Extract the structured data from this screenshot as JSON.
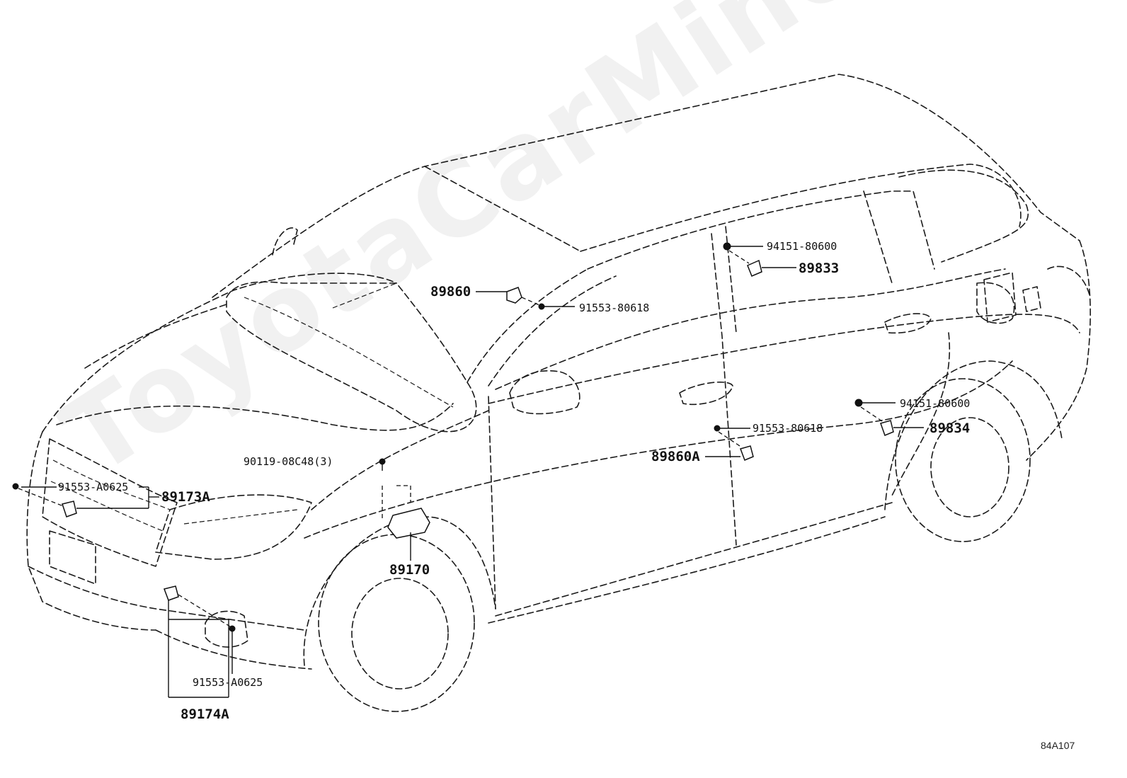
{
  "watermark": "ToyotaCarMine.ru",
  "diagram_code": "84A107",
  "labels": {
    "p89860": "89860",
    "p91553_80618_top": "91553-80618",
    "p94151_80600_top": "94151-80600",
    "p89833": "89833",
    "p94151_80600_rear": "94151-80600",
    "p89834": "89834",
    "p91553_80618_mid": "91553-80618",
    "p89860A": "89860A",
    "p90119": "90119-08C48(3)",
    "p91553_A0625_front": "91553-A0625",
    "p89173A": "89173A",
    "p89170": "89170",
    "p91553_A0625_low": "91553-A0625",
    "p89174A": "89174A"
  }
}
